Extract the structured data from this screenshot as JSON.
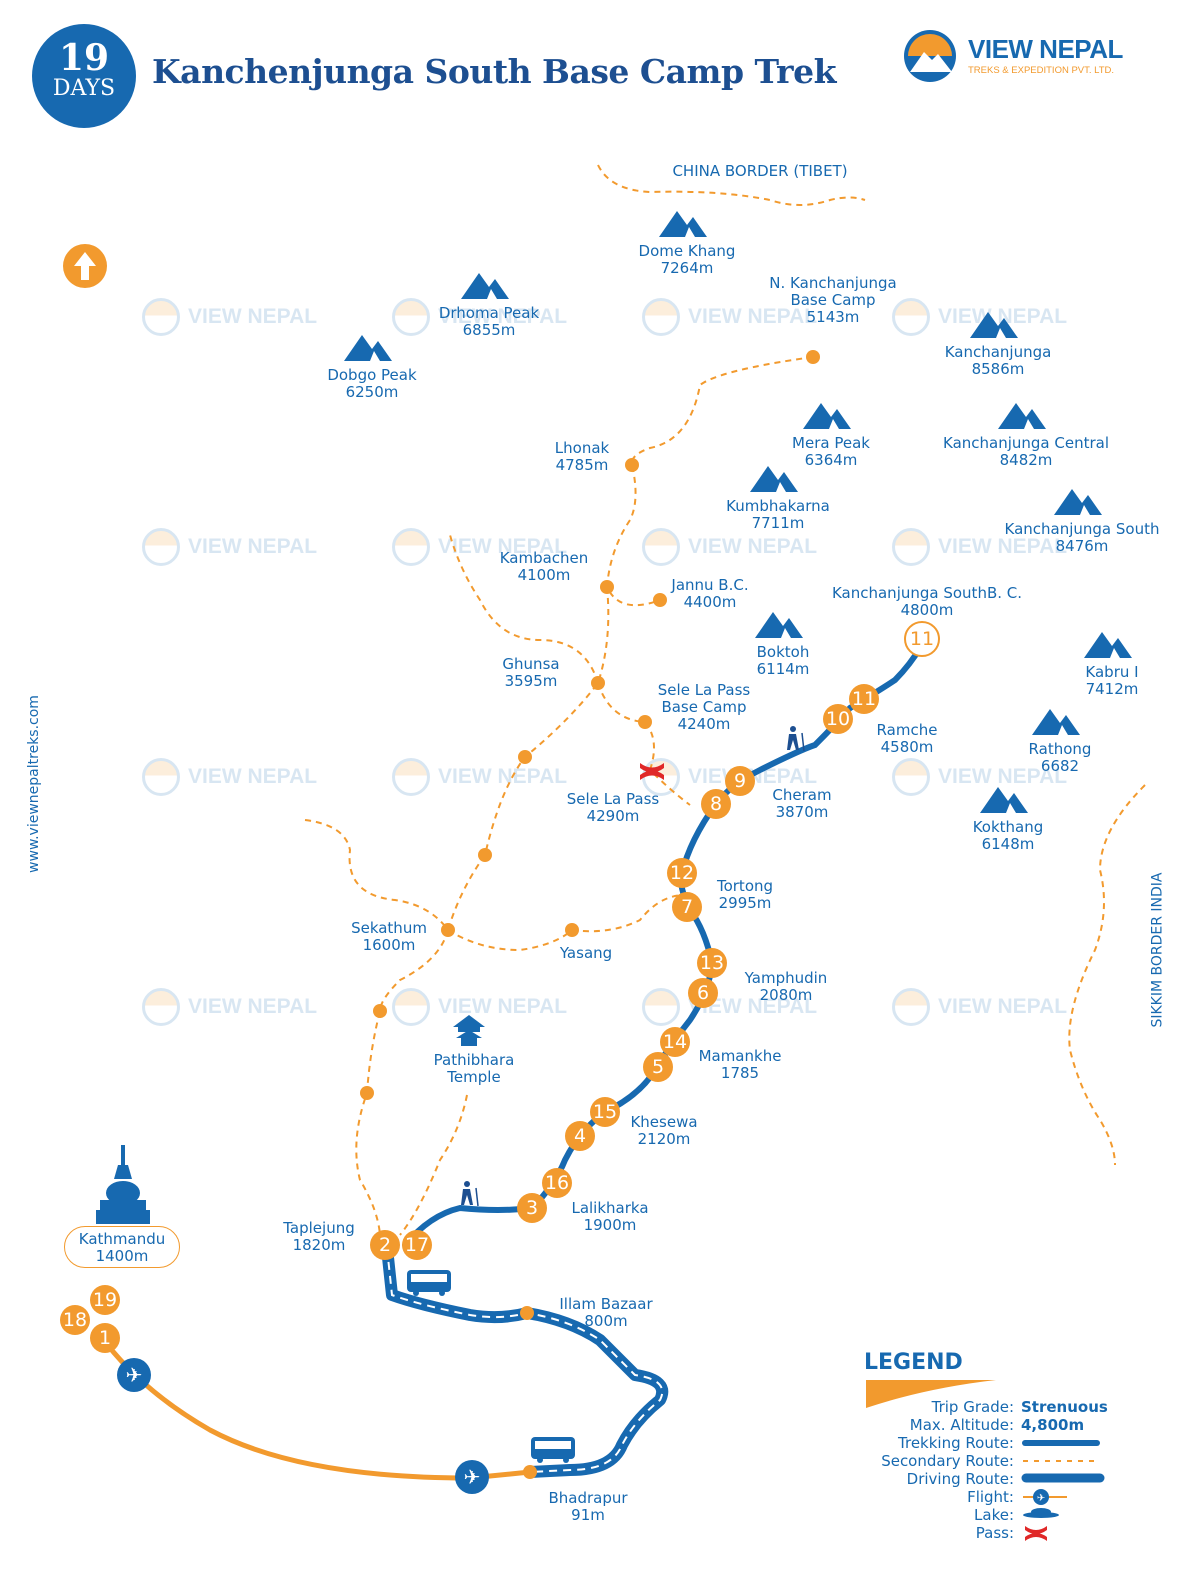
{
  "header": {
    "days_number": "19",
    "days_label": "DAYS",
    "title": "Kanchenjunga South Base Camp Trek"
  },
  "brand": {
    "name": "VIEW NEPAL",
    "subtitle": "TREKS & EXPEDITION PVT. LTD."
  },
  "watermark": "VIEW NEPAL",
  "website": "www.viewnepaltreks.com",
  "borders": {
    "china": "CHINA BORDER (TIBET)",
    "sikkim": "SIKKIM BORDER INDIA"
  },
  "colors": {
    "primary_blue": "#1769b0",
    "accent_orange": "#f29a2e",
    "pass_red": "#e02828"
  },
  "mountains": [
    {
      "name": "Dome Khang",
      "alt": "7264m"
    },
    {
      "name": "Drhoma Peak",
      "alt": "6855m"
    },
    {
      "name": "Dobgo Peak",
      "alt": "6250m"
    },
    {
      "name": "Kanchanjunga",
      "alt": "8586m"
    },
    {
      "name": "Mera Peak",
      "alt": "6364m"
    },
    {
      "name": "Kanchanjunga Central",
      "alt": "8482m"
    },
    {
      "name": "Kumbhakarna",
      "alt": "7711m"
    },
    {
      "name": "Kanchanjunga South",
      "alt": "8476m"
    },
    {
      "name": "Boktoh",
      "alt": "6114m"
    },
    {
      "name": "Kabru I",
      "alt": "7412m"
    },
    {
      "name": "Rathong",
      "alt": "6682"
    },
    {
      "name": "Kokthang",
      "alt": "6148m"
    }
  ],
  "places": [
    {
      "name": "N. Kanchanjunga\nBase Camp",
      "alt": "5143m"
    },
    {
      "name": "Lhonak",
      "alt": "4785m"
    },
    {
      "name": "Kambachen",
      "alt": "4100m"
    },
    {
      "name": "Jannu B.C.",
      "alt": "4400m"
    },
    {
      "name": "Kanchanjunga SouthB. C.",
      "alt": "4800m"
    },
    {
      "name": "Ghunsa",
      "alt": "3595m"
    },
    {
      "name": "Sele La Pass\nBase Camp",
      "alt": "4240m"
    },
    {
      "name": "Ramche",
      "alt": "4580m"
    },
    {
      "name": "Sele La Pass",
      "alt": "4290m"
    },
    {
      "name": "Cheram",
      "alt": "3870m"
    },
    {
      "name": "Tortong",
      "alt": "2995m"
    },
    {
      "name": "Sekathum",
      "alt": "1600m"
    },
    {
      "name": "Yasang",
      "alt": ""
    },
    {
      "name": "Yamphudin",
      "alt": "2080m"
    },
    {
      "name": "Pathibhara\nTemple",
      "alt": ""
    },
    {
      "name": "Mamankhe",
      "alt": "1785"
    },
    {
      "name": "Khesewa",
      "alt": "2120m"
    },
    {
      "name": "Lalikharka",
      "alt": "1900m"
    },
    {
      "name": "Taplejung",
      "alt": "1820m"
    },
    {
      "name": "Illam Bazaar",
      "alt": "800m"
    },
    {
      "name": "Bhadrapur",
      "alt": "91m"
    }
  ],
  "kathmandu": {
    "name": "Kathmandu",
    "alt": "1400m"
  },
  "day_markers": [
    "1",
    "18",
    "19",
    "2",
    "17",
    "3",
    "16",
    "4",
    "15",
    "5",
    "14",
    "6",
    "13",
    "7",
    "12",
    "8",
    "9",
    "10",
    "11",
    "11"
  ],
  "legend": {
    "title": "LEGEND",
    "rows": [
      {
        "label": "Trip Grade:",
        "value": "Strenuous"
      },
      {
        "label": "Max. Altitude:",
        "value": "4,800m"
      },
      {
        "label": "Trekking Route:",
        "symbol": "trekking-line"
      },
      {
        "label": "Secondary Route:",
        "symbol": "dashed-line"
      },
      {
        "label": "Driving Route:",
        "symbol": "driving-line"
      },
      {
        "label": "Flight:",
        "symbol": "flight-icon"
      },
      {
        "label": "Lake:",
        "symbol": "lake-icon"
      },
      {
        "label": "Pass:",
        "symbol": "pass-icon"
      }
    ]
  }
}
